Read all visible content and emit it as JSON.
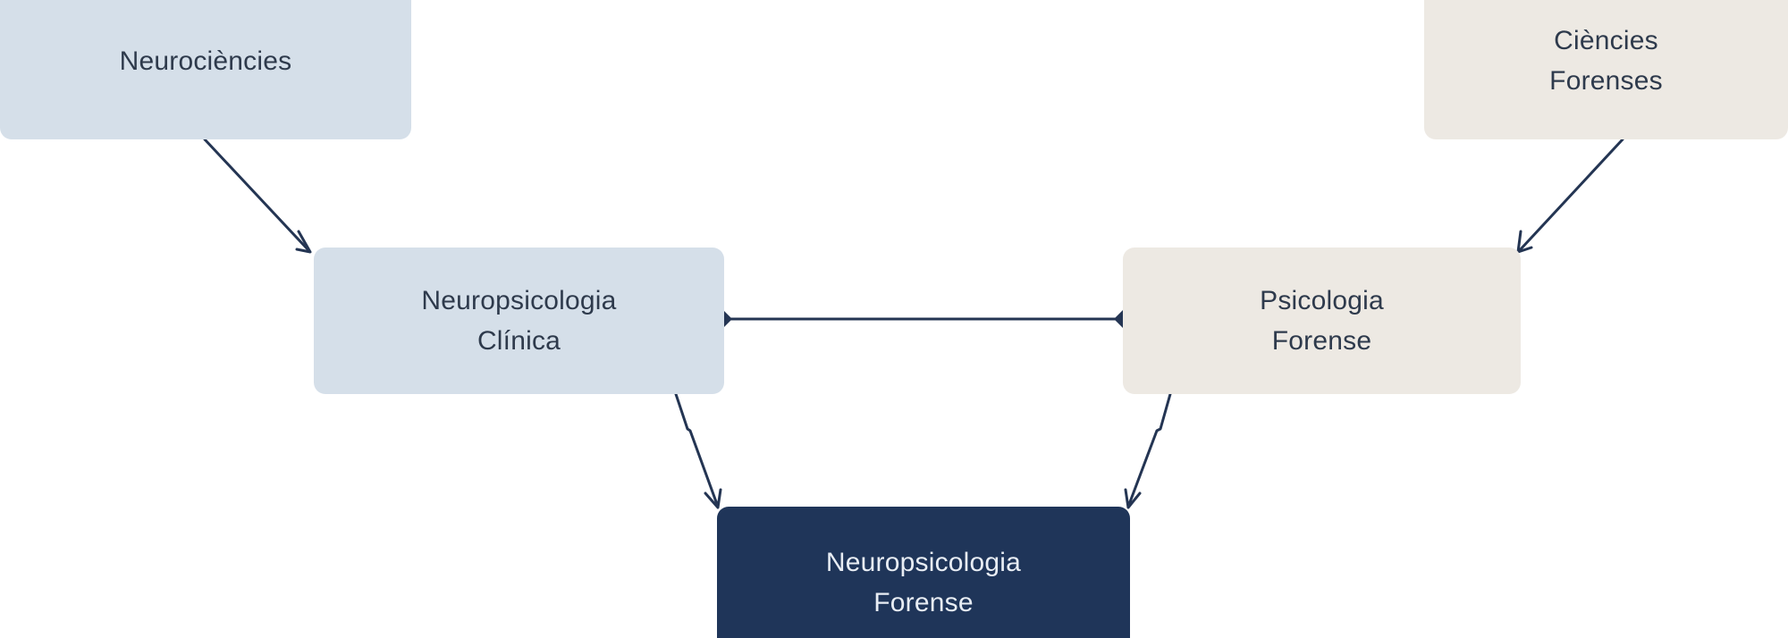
{
  "nodes": {
    "neurosciences": {
      "lines": [
        "Neurociències"
      ],
      "fill": "#d5dfe9"
    },
    "forensic_sciences": {
      "lines": [
        "Ciències",
        "Forenses"
      ],
      "fill": "#ede9e3"
    },
    "clinical_neuropsychology": {
      "lines": [
        "Neuropsicologia",
        "Clínica"
      ],
      "fill": "#d5dfe9"
    },
    "forensic_psychology": {
      "lines": [
        "Psicologia",
        "Forense"
      ],
      "fill": "#ede9e3"
    },
    "forensic_neuropsychology": {
      "lines": [
        "Neuropsicologia",
        "Forense"
      ],
      "fill": "#1f3559"
    }
  },
  "edges": [
    {
      "from": "Neurociències",
      "to": "Neuropsicologia Clínica",
      "style": "arrow"
    },
    {
      "from": "Ciències Forenses",
      "to": "Psicologia Forense",
      "style": "arrow"
    },
    {
      "from": "Neuropsicologia Clínica",
      "to": "Psicologia Forense",
      "style": "diamond-both-ends"
    },
    {
      "from": "Neuropsicologia Clínica",
      "to": "Neuropsicologia Forense",
      "style": "arrow"
    },
    {
      "from": "Psicologia Forense",
      "to": "Neuropsicologia Forense",
      "style": "arrow"
    }
  ],
  "colors": {
    "edge": "#243553",
    "text_dark": "#2e3a4c",
    "text_light": "#e8edf4"
  }
}
